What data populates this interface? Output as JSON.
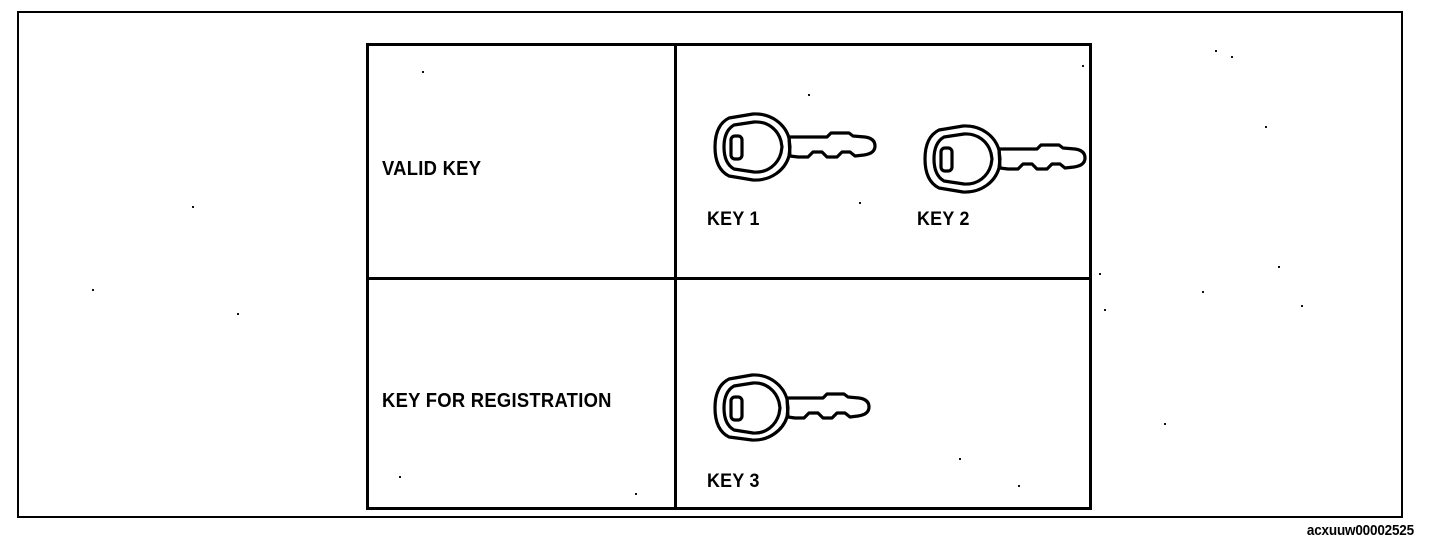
{
  "document": {
    "figure_id": "acxuuw00002525"
  },
  "table": {
    "rows": [
      {
        "label": "VALID KEY",
        "keys": [
          {
            "caption": "KEY 1",
            "icon": "car-key-icon"
          },
          {
            "caption": "KEY 2",
            "icon": "car-key-icon"
          }
        ]
      },
      {
        "label": "KEY FOR REGISTRATION",
        "keys": [
          {
            "caption": "KEY 3",
            "icon": "car-key-icon"
          }
        ]
      }
    ]
  },
  "colors": {
    "line": "#000000",
    "background": "#ffffff"
  }
}
